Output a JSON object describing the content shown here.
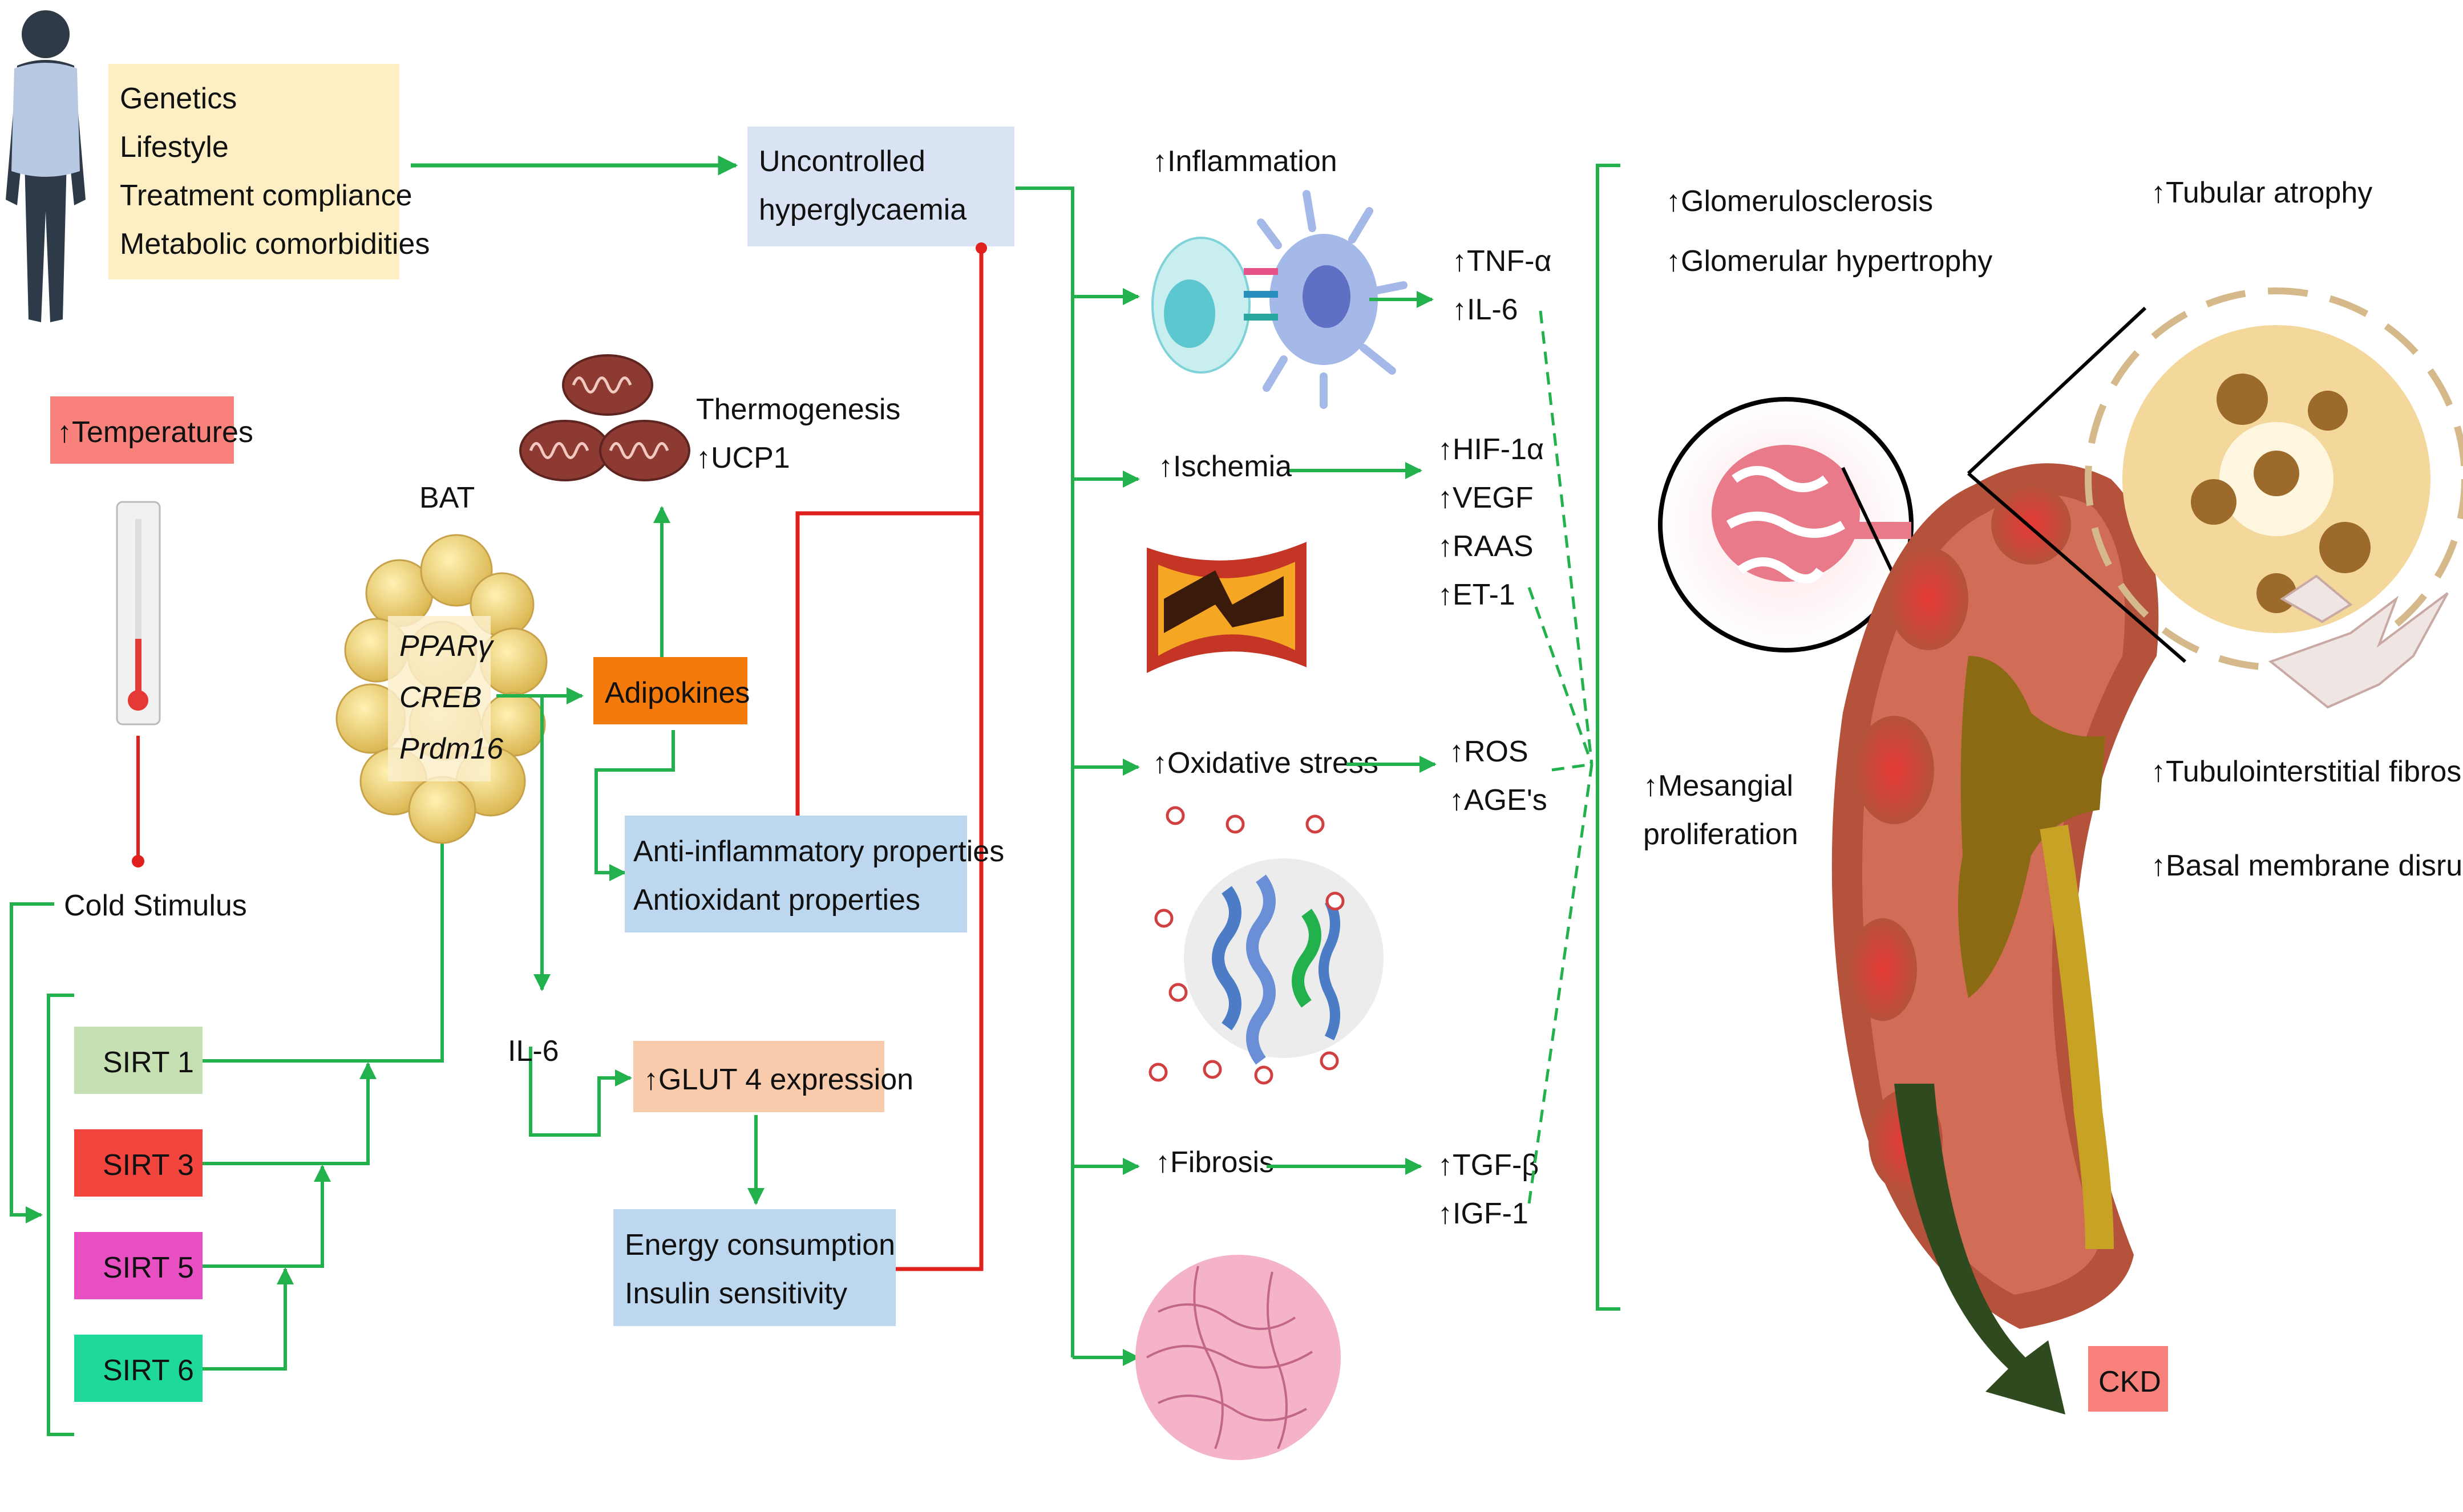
{
  "risk_factors": [
    "Genetics",
    "Lifestyle",
    "Treatment compliance",
    "Metabolic comorbidities"
  ],
  "hyperglycaemia": [
    "Uncontrolled",
    "hyperglycaemia"
  ],
  "temperatures": "↑Temperatures",
  "cold_stimulus": "Cold Stimulus",
  "bat": {
    "label": "BAT",
    "genes": [
      "PPARγ",
      "CREB",
      "Prdm16"
    ]
  },
  "thermogenesis": [
    "Thermogenesis",
    "↑UCP1"
  ],
  "adipokines": "Adipokines",
  "properties": [
    "Anti-inflammatory properties",
    "Antioxidant properties"
  ],
  "il6": "IL-6",
  "glut4": "↑GLUT 4 expression",
  "energy": [
    "Energy consumption",
    "Insulin sensitivity"
  ],
  "sirtuins": [
    {
      "label": "SIRT 1",
      "color": "#c6e0b4"
    },
    {
      "label": "SIRT 3",
      "color": "#f2453d"
    },
    {
      "label": "SIRT 5",
      "color": "#e84fc3"
    },
    {
      "label": "SIRT 6",
      "color": "#1ed99a"
    }
  ],
  "mechanisms": {
    "inflammation": "↑Inflammation",
    "ischemia": "↑Ischemia",
    "oxidative": "↑Oxidative stress",
    "fibrosis": "↑Fibrosis"
  },
  "mediators": {
    "inflammation": [
      "↑TNF-α",
      "↑IL-6"
    ],
    "ischemia": [
      "↑HIF-1α",
      "↑VEGF",
      "↑RAAS",
      "↑ET-1"
    ],
    "oxidative": [
      "↑ROS",
      "↑AGE's"
    ],
    "fibrosis": [
      "↑TGF-β",
      "↑IGF-1"
    ]
  },
  "kidney_effects": {
    "glomerulosclerosis": "↑Glomerulosclerosis",
    "glomerular_hypertrophy": "↑Glomerular hypertrophy",
    "mesangial": [
      "↑Mesangial",
      "proliferation"
    ],
    "tubular_atrophy": "↑Tubular atrophy",
    "tubulointerstitial": "↑Tubulointerstitial fibrosis",
    "basal": "↑Basal membrane disruption"
  },
  "ckd": "CKD",
  "colors": {
    "arrow_green": "#22b14c",
    "inhibit_red": "#e0201c",
    "yellow_box": "#fdefc3",
    "blue_box": "#dae3f3",
    "light_blue_box": "#bdd7ee",
    "orange_box": "#f47a0b",
    "peach_box": "#f8cbad",
    "pink_box": "#f8827b"
  }
}
